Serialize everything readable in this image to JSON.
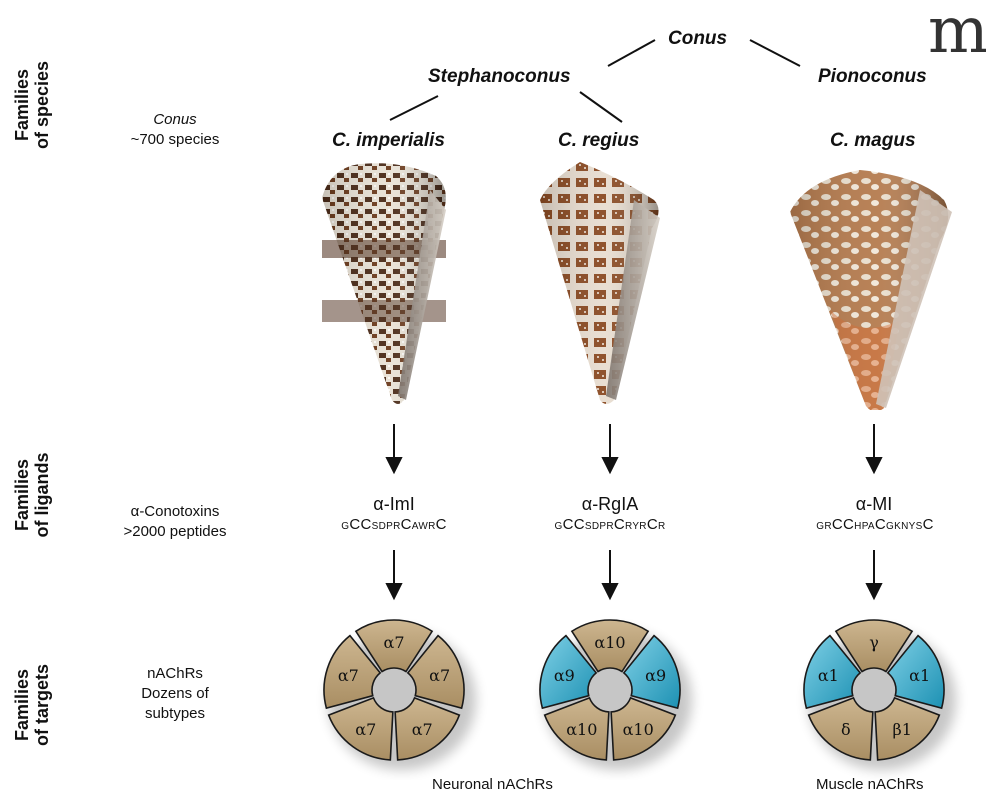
{
  "rows": {
    "species_label": [
      "Families",
      "of species"
    ],
    "ligands_label": [
      "Families",
      "of ligands"
    ],
    "targets_label": [
      "Families",
      "of targets"
    ]
  },
  "descriptions": {
    "species": {
      "line1": "Conus",
      "line2": "~700 species"
    },
    "ligands": {
      "line1": "α-Conotoxins",
      "line2": ">2000 peptides"
    },
    "targets": {
      "line1": "nAChRs",
      "line2": "Dozens of",
      "line3": "subtypes"
    }
  },
  "tree": {
    "root": "Conus",
    "left_clade": "Stephanoconus",
    "right_clade": "Pionoconus"
  },
  "species": [
    {
      "name": "C. imperialis",
      "ligand": "α-ImI",
      "seq": [
        [
          "g",
          1
        ],
        [
          "CC",
          0
        ],
        [
          "sdpr",
          1
        ],
        [
          "C",
          0
        ],
        [
          "awr",
          1
        ],
        [
          "C",
          0
        ]
      ],
      "subunits": [
        "α7",
        "α7",
        "α7",
        "α7",
        "α7"
      ],
      "colors": [
        "tan",
        "tan",
        "tan",
        "tan",
        "tan"
      ]
    },
    {
      "name": "C. regius",
      "ligand": "α-RgIA",
      "seq": [
        [
          "g",
          1
        ],
        [
          "CC",
          0
        ],
        [
          "sdpr",
          1
        ],
        [
          "C",
          0
        ],
        [
          "ryr",
          1
        ],
        [
          "C",
          0
        ],
        [
          "r",
          1
        ]
      ],
      "subunits": [
        "α10",
        "α9",
        "α10",
        "α10",
        "α9"
      ],
      "colors": [
        "tan",
        "blue",
        "tan",
        "tan",
        "blue"
      ]
    },
    {
      "name": "C. magus",
      "ligand": "α-MI",
      "seq": [
        [
          "gr",
          1
        ],
        [
          "CC",
          0
        ],
        [
          "hpa",
          1
        ],
        [
          "C",
          0
        ],
        [
          "gknys",
          1
        ],
        [
          "C",
          0
        ]
      ],
      "subunits": [
        "γ",
        "α1",
        "β1",
        "δ",
        "α1"
      ],
      "colors": [
        "tan",
        "blue",
        "tan",
        "tan",
        "blue"
      ]
    }
  ],
  "captions": {
    "neuronal": "Neuronal nAChRs",
    "muscle": "Muscle nAChRs"
  },
  "palette": {
    "tan": "#b9a079",
    "blue": "#2aa6c6",
    "outline": "#1a1a1a"
  }
}
